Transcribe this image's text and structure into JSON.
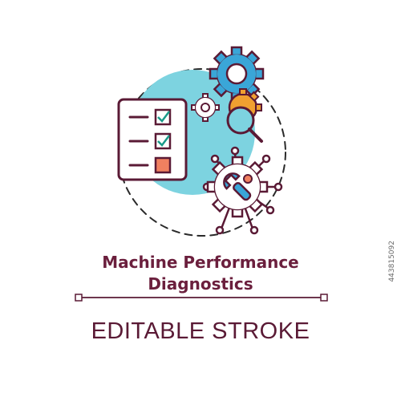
{
  "title": {
    "line1": "Machine Performance",
    "line2": "Diagnostics"
  },
  "footer": {
    "label": "EDITABLE STROKE"
  },
  "stock_id": "443815092",
  "colors": {
    "outline": "#5a1a35",
    "title": "#6b1f3d",
    "circle_fill": "#7dd3e0",
    "gear_blue": "#3aa6d8",
    "gear_orange": "#f0a030",
    "check_box_orange": "#f08060",
    "check_teal": "#1a9a8a",
    "dash": "#2a2a2a"
  },
  "icons": [
    "checklist-icon",
    "gear-icon",
    "magnifier-icon",
    "wrench-gear-icon",
    "network-node-icon"
  ]
}
